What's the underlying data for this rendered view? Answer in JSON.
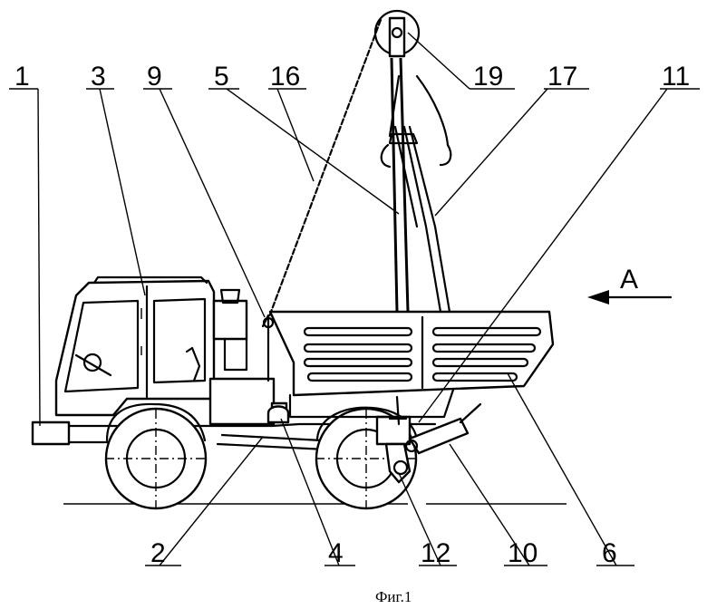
{
  "labels": {
    "l1": "1",
    "l3": "3",
    "l9": "9",
    "l5": "5",
    "l16": "16",
    "l19": "19",
    "l17": "17",
    "l11": "11",
    "lA": "A",
    "l2": "2",
    "l4": "4",
    "l12": "12",
    "l10": "10",
    "l6": "6"
  },
  "caption": "Фиг.1"
}
